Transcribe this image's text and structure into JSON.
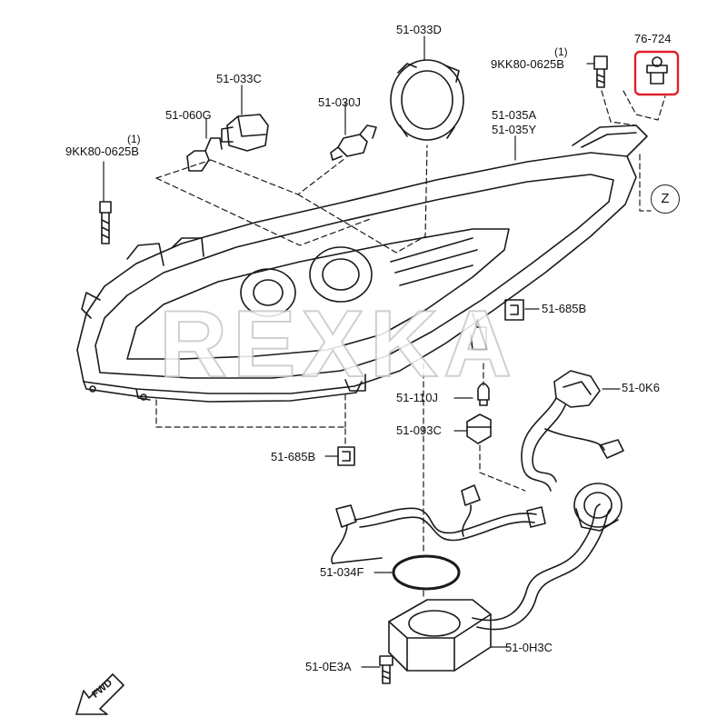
{
  "parts": {
    "p76_724": "76-724",
    "p51_033D": "51-033D",
    "p9KK80_right_qty": "(1)",
    "p9KK80_right": "9KK80-0625B",
    "p51_033C": "51-033C",
    "p51_060G": "51-060G",
    "p51_030J": "51-030J",
    "p51_035A": "51-035A",
    "p51_035Y": "51-035Y",
    "p9KK80_left_qty": "(1)",
    "p9KK80_left": "9KK80-0625B",
    "p51_685B_right": "51-685B",
    "p51_110J": "51-110J",
    "p51_0K6": "51-0K6",
    "p51_093C": "51-093C",
    "p51_685B_left": "51-685B",
    "p51_034F": "51-034F",
    "p51_0H3C": "51-0H3C",
    "p51_0E3A": "51-0E3A"
  },
  "zone_marker": "Z",
  "direction_marker": "FWD",
  "watermark": "REXKA",
  "highlight_color": "#e0202a"
}
